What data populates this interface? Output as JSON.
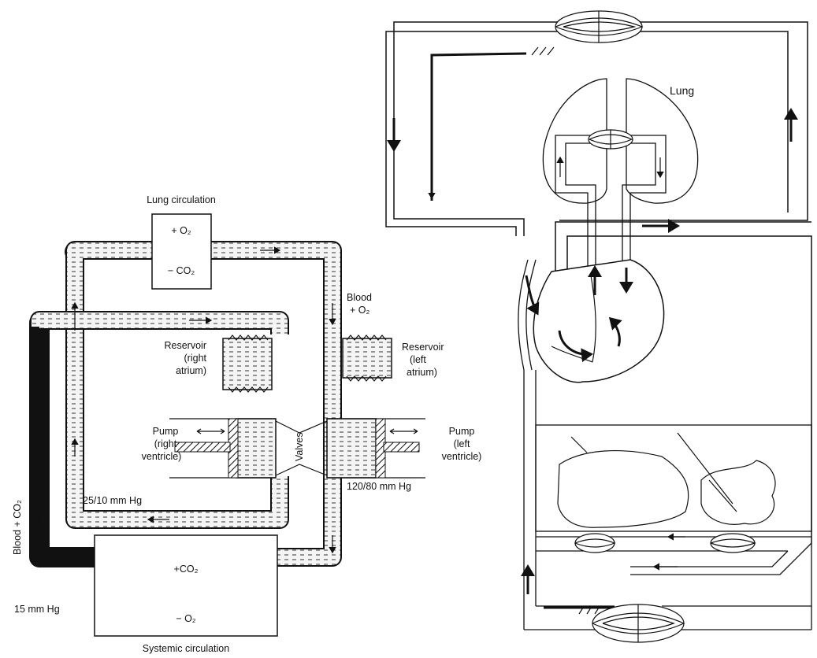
{
  "figure": {
    "mechanical_model": {
      "lung_circulation_label": "Lung circulation",
      "lung_box": {
        "plus": "+ O₂",
        "minus": "− CO₂"
      },
      "blood_o2_label": [
        "Blood",
        "+ O₂"
      ],
      "reservoir_right": [
        "Reservoir",
        "(right",
        "atrium)"
      ],
      "reservoir_left": [
        "Reservoir",
        "(left",
        "atrium)"
      ],
      "pump_right": [
        "Pump",
        "(right",
        "ventricle)"
      ],
      "pump_left": [
        "Pump",
        "(left",
        "ventricle)"
      ],
      "valves_label": "Valves",
      "pressure_right": "25/10 mm Hg",
      "pressure_left": "120/80 mm Hg",
      "pressure_venous": "15 mm Hg",
      "blood_co2_label": "Blood + CO₂",
      "systemic_box": {
        "plus": "+CO₂",
        "minus": "− O₂"
      },
      "systemic_circulation_label": "Systemic circulation"
    },
    "anatomical_model": {
      "lung_label": "Lung"
    }
  }
}
